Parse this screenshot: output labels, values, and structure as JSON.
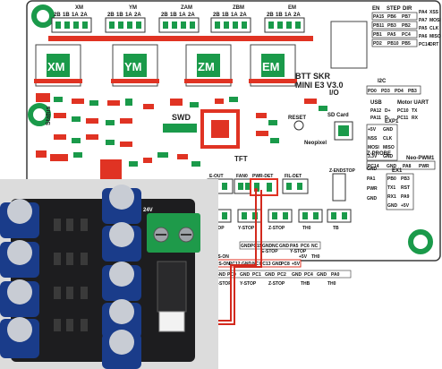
{
  "board": {
    "name_line1": "BTT SKR",
    "name_line2": "MINI E3 V3.0",
    "io_label": "I/O",
    "swd_label": "SWD",
    "status_label": "Status",
    "reset_label": "RESET",
    "sd_card_label": "SD Card",
    "neopixel_label": "Neopixel",
    "tft_label": "TFT"
  },
  "motor_headers": [
    {
      "title": "XM",
      "pins": [
        "2B",
        "1B",
        "1A",
        "2A"
      ],
      "driver": "XM"
    },
    {
      "title": "YM",
      "pins": [
        "2B",
        "1B",
        "1A",
        "2A"
      ],
      "driver": "YM"
    },
    {
      "title": "ZAM",
      "pins": [
        "2B",
        "1B",
        "1A",
        "2A"
      ],
      "driver": "ZM"
    },
    {
      "title": "ZBM",
      "pins": [
        "2B",
        "1B",
        "1A",
        "2A"
      ],
      "driver": "EM"
    },
    {
      "title": "EM",
      "pins": [
        "2B",
        "1B",
        "1A",
        "2A"
      ],
      "driver": ""
    }
  ],
  "top_right": {
    "headers": [
      "EN",
      "STEP",
      "DIR"
    ],
    "rows": [
      [
        "PA15",
        "PB6",
        "PB7"
      ],
      [
        "PB11",
        "PB3",
        "PB2"
      ],
      [
        "PB1",
        "PA5",
        "PC4"
      ],
      [
        "PD2",
        "PB10",
        "PB5"
      ]
    ],
    "side": [
      {
        "pin": "PA4",
        "name": "XSS"
      },
      {
        "pin": "PA7",
        "name": "MOSI"
      },
      {
        "pin": "PA5",
        "name": "CLK"
      },
      {
        "pin": "PA6",
        "name": "MISO"
      },
      {
        "pin": "PC14",
        "name": "DRT"
      }
    ]
  },
  "i2c": {
    "title": "I2C",
    "pins": [
      "PD0",
      "PD3",
      "PD4",
      "PB3"
    ]
  },
  "usb": {
    "title": "USB",
    "motor_uart": "Motor UART",
    "rows": [
      {
        "a": "PA12",
        "b": "D+",
        "c": "PC10",
        "d": "TX"
      },
      {
        "a": "PA11",
        "b": "D-",
        "c": "PC11",
        "d": "RX"
      }
    ]
  },
  "exp1": {
    "title": "EXP1",
    "pins": [
      "+5V",
      "GND",
      "NSS",
      "CLK",
      "MOSI",
      "MISO",
      "3.3V",
      "GND"
    ]
  },
  "z_probe": {
    "title": "Z-PROBE",
    "neo_title": "Neo-PWM1",
    "pins": [
      "PC14",
      "GND",
      "PA8",
      "PWR"
    ]
  },
  "side_pins": [
    "GND",
    "PA1",
    "PWR",
    "GND"
  ],
  "ext1": {
    "title": "EX1",
    "rows": [
      [
        "PB0",
        "PB3"
      ],
      [
        "TX1",
        "RST"
      ],
      [
        "RX1",
        "PA9"
      ],
      [
        "GND",
        "+5V"
      ]
    ]
  },
  "mid_connectors": [
    "E-OUT",
    "FAN0",
    "PWR-DET",
    "FIL-DET",
    "Z-ENDSTOP"
  ],
  "bottom_connectors": [
    "X-STOP",
    "Y-STOP",
    "Z-STOP",
    "TH0",
    "TB"
  ],
  "callout": {
    "top_row": [
      "GND",
      "PC15",
      "GND",
      "NC",
      "GND",
      "PA5",
      "PC6",
      "NC"
    ],
    "stop_headers": [
      "PS-ON",
      "E-STOP",
      "Y-STOP"
    ],
    "rows": [
      [
        "PS-ON",
        "PC12",
        "GND",
        "NC",
        "PC13",
        "GND",
        "PC8",
        "+5V"
      ],
      [
        "GND",
        "PC0",
        "GND",
        "PC1",
        "GND",
        "PC2",
        "GND",
        "PC4",
        "GND",
        "PA0"
      ]
    ],
    "row_labels": [
      "X-STOP",
      "Y-STOP",
      "Z-STOP",
      "THB",
      "TH0"
    ],
    "top_labels": [
      "+5V",
      "TH0"
    ]
  },
  "module": {
    "voltage_label": "24V"
  },
  "colors": {
    "board": "#ffffff",
    "pcb_outline": "#3a3a3a",
    "pad_red": "#e03323",
    "pad_green": "#1a9a4a",
    "wire": "#d32a1e",
    "module_pcb": "#1d1d1f",
    "capacitor": "#1a3c8a",
    "terminal": "#1e9a4a"
  }
}
